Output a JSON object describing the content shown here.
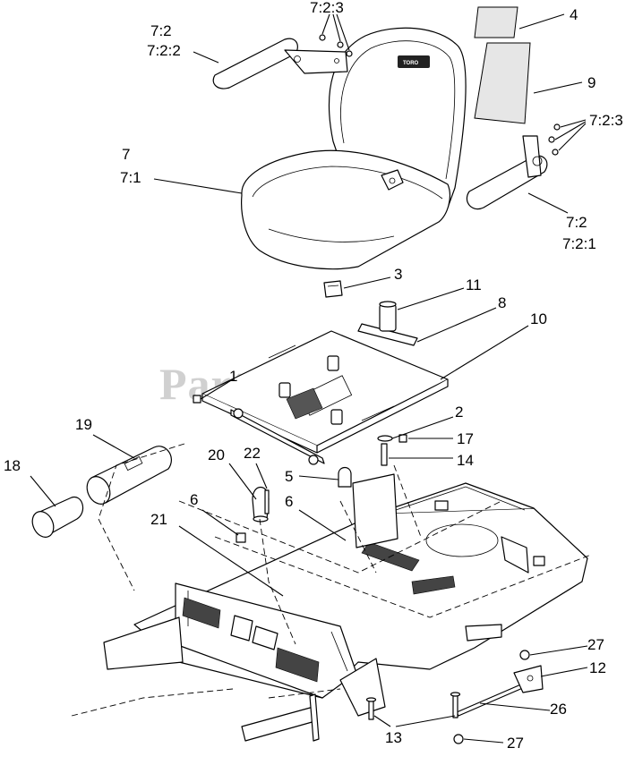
{
  "watermark": "PartsTree",
  "seat_badge": "TORO",
  "callouts": [
    {
      "id": "c-7-2-3-top",
      "text": "7:2:3"
    },
    {
      "id": "c-7-2-a",
      "text": "7:2"
    },
    {
      "id": "c-7-2-2",
      "text": "7:2:2"
    },
    {
      "id": "c-4",
      "text": "4"
    },
    {
      "id": "c-9",
      "text": "9"
    },
    {
      "id": "c-7-2-3-right",
      "text": "7:2:3"
    },
    {
      "id": "c-7",
      "text": "7"
    },
    {
      "id": "c-7-1",
      "text": "7:1"
    },
    {
      "id": "c-7-2-b",
      "text": "7:2"
    },
    {
      "id": "c-7-2-1",
      "text": "7:2:1"
    },
    {
      "id": "c-3",
      "text": "3"
    },
    {
      "id": "c-11",
      "text": "11"
    },
    {
      "id": "c-8",
      "text": "8"
    },
    {
      "id": "c-10",
      "text": "10"
    },
    {
      "id": "c-1",
      "text": "1"
    },
    {
      "id": "c-2",
      "text": "2"
    },
    {
      "id": "c-17",
      "text": "17"
    },
    {
      "id": "c-14",
      "text": "14"
    },
    {
      "id": "c-19",
      "text": "19"
    },
    {
      "id": "c-20",
      "text": "20"
    },
    {
      "id": "c-22",
      "text": "22"
    },
    {
      "id": "c-18",
      "text": "18"
    },
    {
      "id": "c-5",
      "text": "5"
    },
    {
      "id": "c-6-a",
      "text": "6"
    },
    {
      "id": "c-6-b",
      "text": "6"
    },
    {
      "id": "c-21",
      "text": "21"
    },
    {
      "id": "c-27-a",
      "text": "27"
    },
    {
      "id": "c-12",
      "text": "12"
    },
    {
      "id": "c-26",
      "text": "26"
    },
    {
      "id": "c-13",
      "text": "13"
    },
    {
      "id": "c-27-b",
      "text": "27"
    }
  ]
}
